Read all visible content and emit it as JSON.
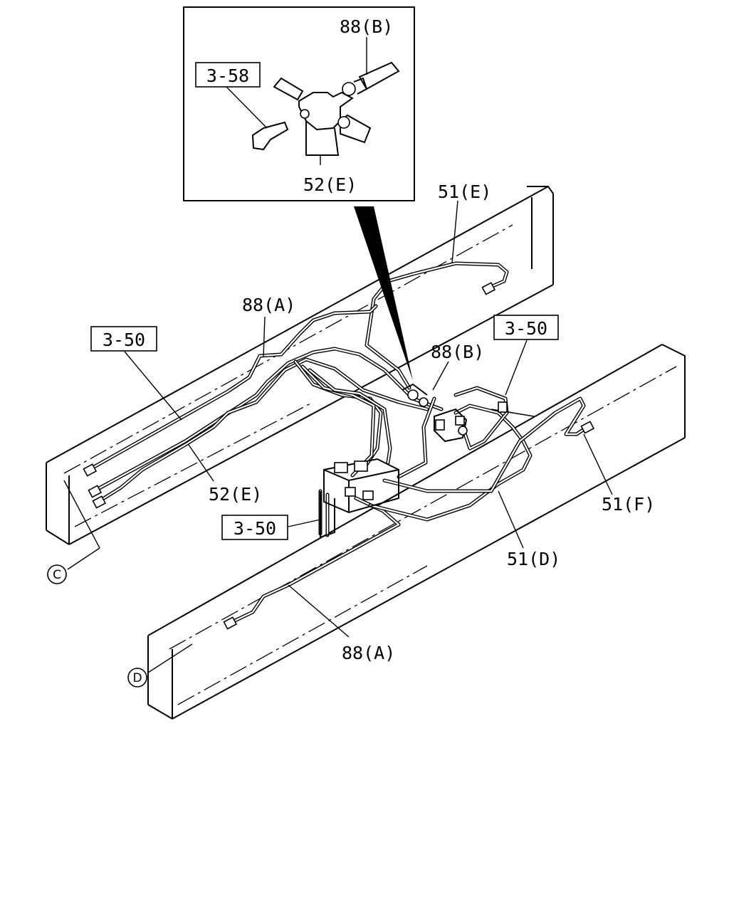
{
  "refs": {
    "box_3_58": "3-58",
    "box_3_50_left": "3-50",
    "box_3_50_right": "3-50",
    "box_3_50_bottom": "3-50"
  },
  "parts": {
    "p88b_inset": "88(B)",
    "p52e_inset": "52(E)",
    "p51e": "51(E)",
    "p88a_top": "88(A)",
    "p88b": "88(B)",
    "p52e": "52(E)",
    "p51f": "51(F)",
    "p51d": "51(D)",
    "p88a_bottom": "88(A)"
  },
  "connectors": {
    "c": "C",
    "d": "D"
  }
}
